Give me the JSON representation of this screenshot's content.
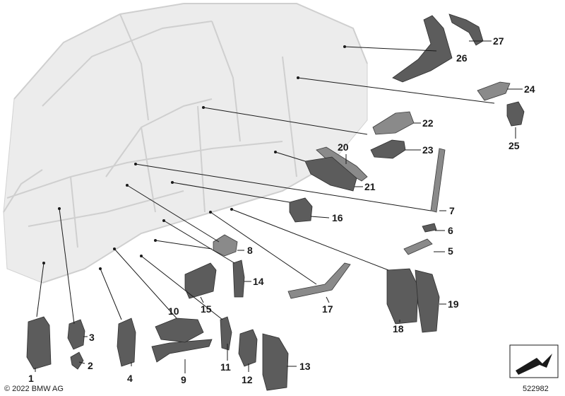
{
  "copyright": "© 2022 BMW AG",
  "diagram_number": "522982",
  "callouts": [
    {
      "label": "1"
    },
    {
      "label": "2"
    },
    {
      "label": "3"
    },
    {
      "label": "4"
    },
    {
      "label": "5"
    },
    {
      "label": "6"
    },
    {
      "label": "7"
    },
    {
      "label": "8"
    },
    {
      "label": "9"
    },
    {
      "label": "10"
    },
    {
      "label": "11"
    },
    {
      "label": "12"
    },
    {
      "label": "13"
    },
    {
      "label": "14"
    },
    {
      "label": "15"
    },
    {
      "label": "16"
    },
    {
      "label": "17"
    },
    {
      "label": "18"
    },
    {
      "label": "19"
    },
    {
      "label": "20"
    },
    {
      "label": "21"
    },
    {
      "label": "22"
    },
    {
      "label": "23"
    },
    {
      "label": "24"
    },
    {
      "label": "25"
    },
    {
      "label": "26"
    },
    {
      "label": "27"
    }
  ]
}
